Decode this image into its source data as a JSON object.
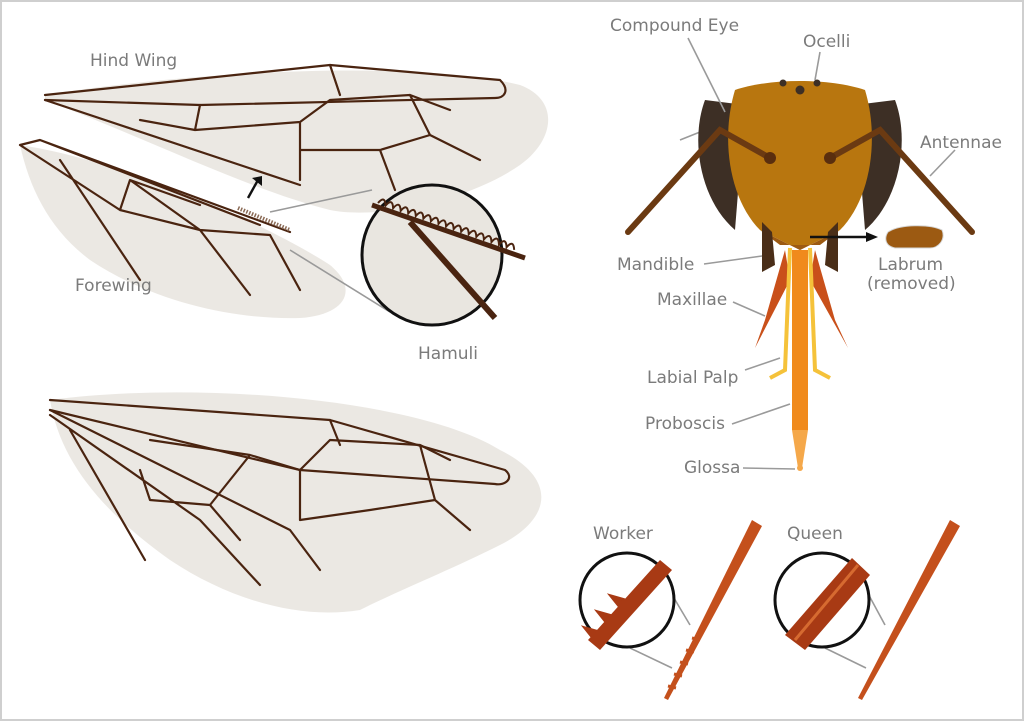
{
  "title": "Honey bee anatomy: wings, head mouthparts and stingers",
  "wings": {
    "hind_wing_label": "Hind Wing",
    "forewing_label": "Forewing",
    "hamuli_label": "Hamuli"
  },
  "head": {
    "compound_eye_label": "Compound Eye",
    "ocelli_label": "Ocelli",
    "antennae_label": "Antennae",
    "mandible_label": "Mandible",
    "labrum_label": "Labrum",
    "labrum_note": "(removed)",
    "maxillae_label": "Maxillae",
    "labial_palp_label": "Labial Palp",
    "proboscis_label": "Proboscis",
    "glossa_label": "Glossa"
  },
  "stingers": {
    "worker_label": "Worker",
    "queen_label": "Queen"
  },
  "colors": {
    "vein": "#4a2410",
    "membrane": "#e9e6e0",
    "head": "#b8760f",
    "eye": "#3d2f25",
    "proboscis": "#f08a1c",
    "stinger": "#c4501c",
    "label": "#7b7b7b"
  }
}
